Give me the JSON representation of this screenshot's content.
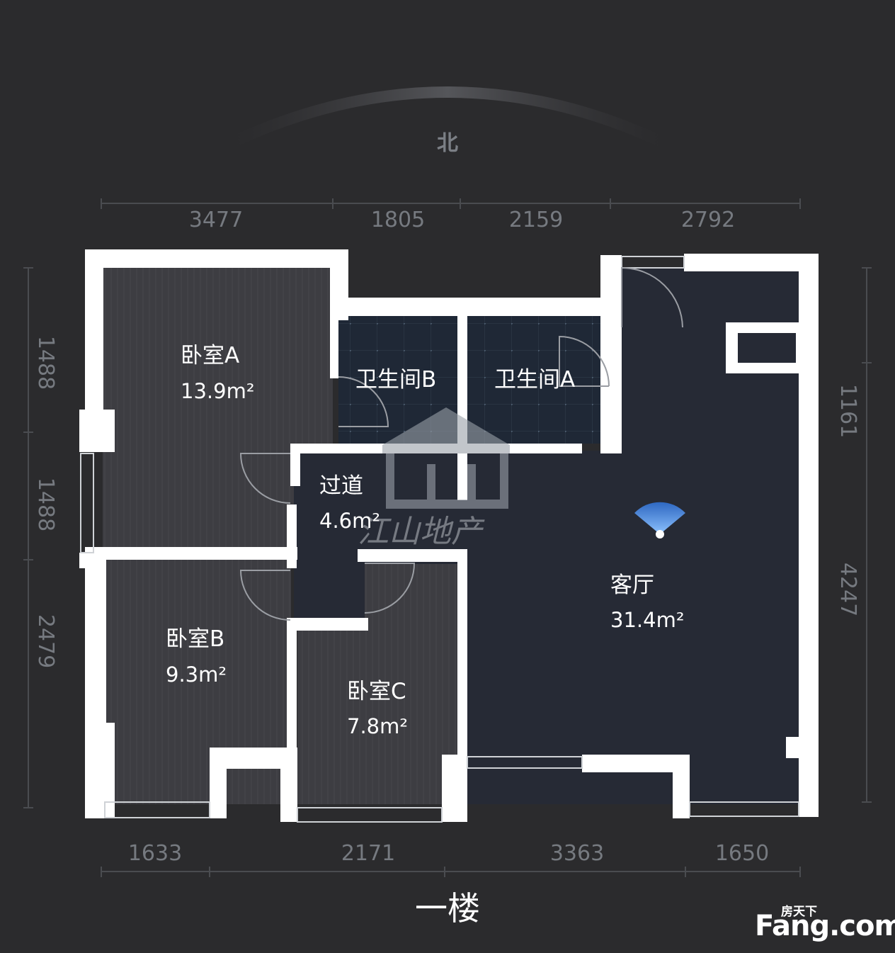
{
  "compass": {
    "label": "北"
  },
  "dimensions": {
    "top": [
      "3477",
      "1805",
      "2159",
      "2792"
    ],
    "bottom": [
      "1633",
      "2171",
      "3363",
      "1650"
    ],
    "left": [
      "1488",
      "1488",
      "2479"
    ],
    "right": [
      "1161",
      "4247"
    ]
  },
  "rooms": {
    "bedroom_a": {
      "name": "卧室A",
      "area": "13.9m²"
    },
    "bathroom_b": {
      "name": "卫生间B"
    },
    "bathroom_a": {
      "name": "卫生间A"
    },
    "corridor": {
      "name": "过道",
      "area": "4.6m²"
    },
    "living_room": {
      "name": "客厅",
      "area": "31.4m²"
    },
    "bedroom_b": {
      "name": "卧室B",
      "area": "9.3m²"
    },
    "bedroom_c": {
      "name": "卧室C",
      "area": "7.8m²"
    }
  },
  "floor_label": "一楼",
  "watermark": {
    "text": "江山地产"
  },
  "brand": {
    "small": "房天下",
    "big": "Fang.com"
  },
  "icons": {
    "view_point": "wifi-view-icon",
    "watermark_logo": "house-logo-icon"
  },
  "colors": {
    "background": "#2b2b2d",
    "wall": "#ffffff",
    "bedroom_floor": "#3d3d42",
    "living_floor": "#262a35",
    "bathroom_floor": "#1f2836",
    "dimension_text": "#767a80",
    "view_icon": "#5aa6ff"
  }
}
